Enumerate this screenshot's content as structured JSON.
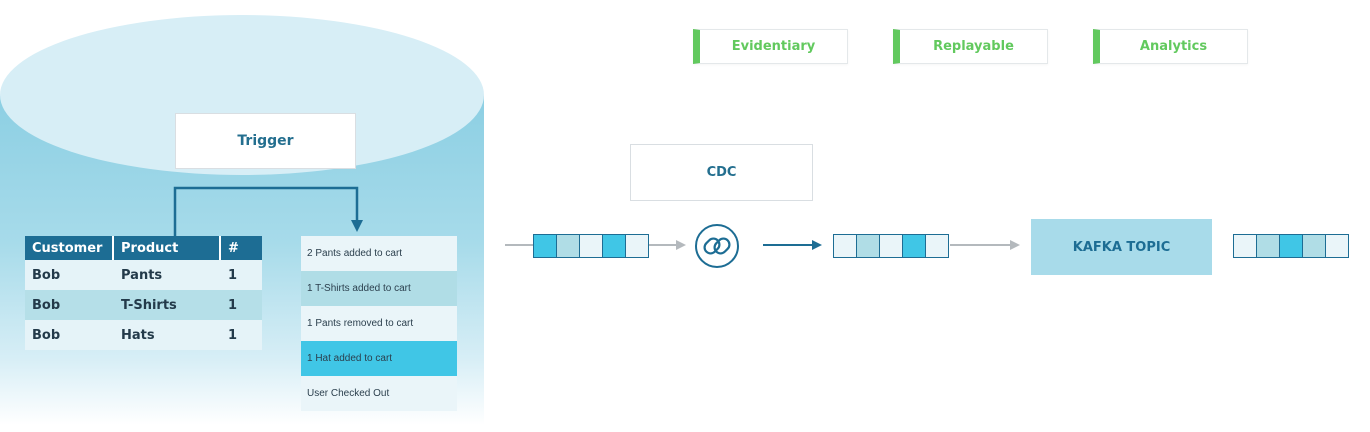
{
  "trigger": {
    "label": "Trigger"
  },
  "customer_table": {
    "headers": [
      "Customer",
      "Product",
      "#"
    ],
    "rows": [
      [
        "Bob",
        "Pants",
        "1"
      ],
      [
        "Bob",
        "T-Shirts",
        "1"
      ],
      [
        "Bob",
        "Hats",
        "1"
      ]
    ]
  },
  "event_log": [
    "2 Pants added to cart",
    "1 T-Shirts added to cart",
    "1 Pants removed to cart",
    "1 Hat added to cart",
    "User Checked Out"
  ],
  "tags": [
    "Evidentiary",
    "Replayable",
    "Analytics"
  ],
  "cdc": {
    "label": "CDC"
  },
  "kafka": {
    "label": "KAFKA TOPIC"
  },
  "logo": {
    "icon": "chain-link-icon"
  },
  "colors": {
    "primary": "#1d6d94",
    "tag_green": "#62c95e",
    "cell_dark": "#40c6e6",
    "cell_mid": "#b0dde6",
    "cell_light": "#eaf5f9",
    "arrow_gray": "#b4b9bd"
  },
  "strips": [
    [
      "#40c6e6",
      "#b0dde6",
      "#eaf5f9",
      "#40c6e6",
      "#eaf5f9"
    ],
    [
      "#eaf5f9",
      "#b0dde6",
      "#eaf5f9",
      "#40c6e6",
      "#eaf5f9"
    ],
    [
      "#eaf5f9",
      "#b0dde6",
      "#40c6e6",
      "#b0dde6",
      "#eaf5f9"
    ]
  ]
}
